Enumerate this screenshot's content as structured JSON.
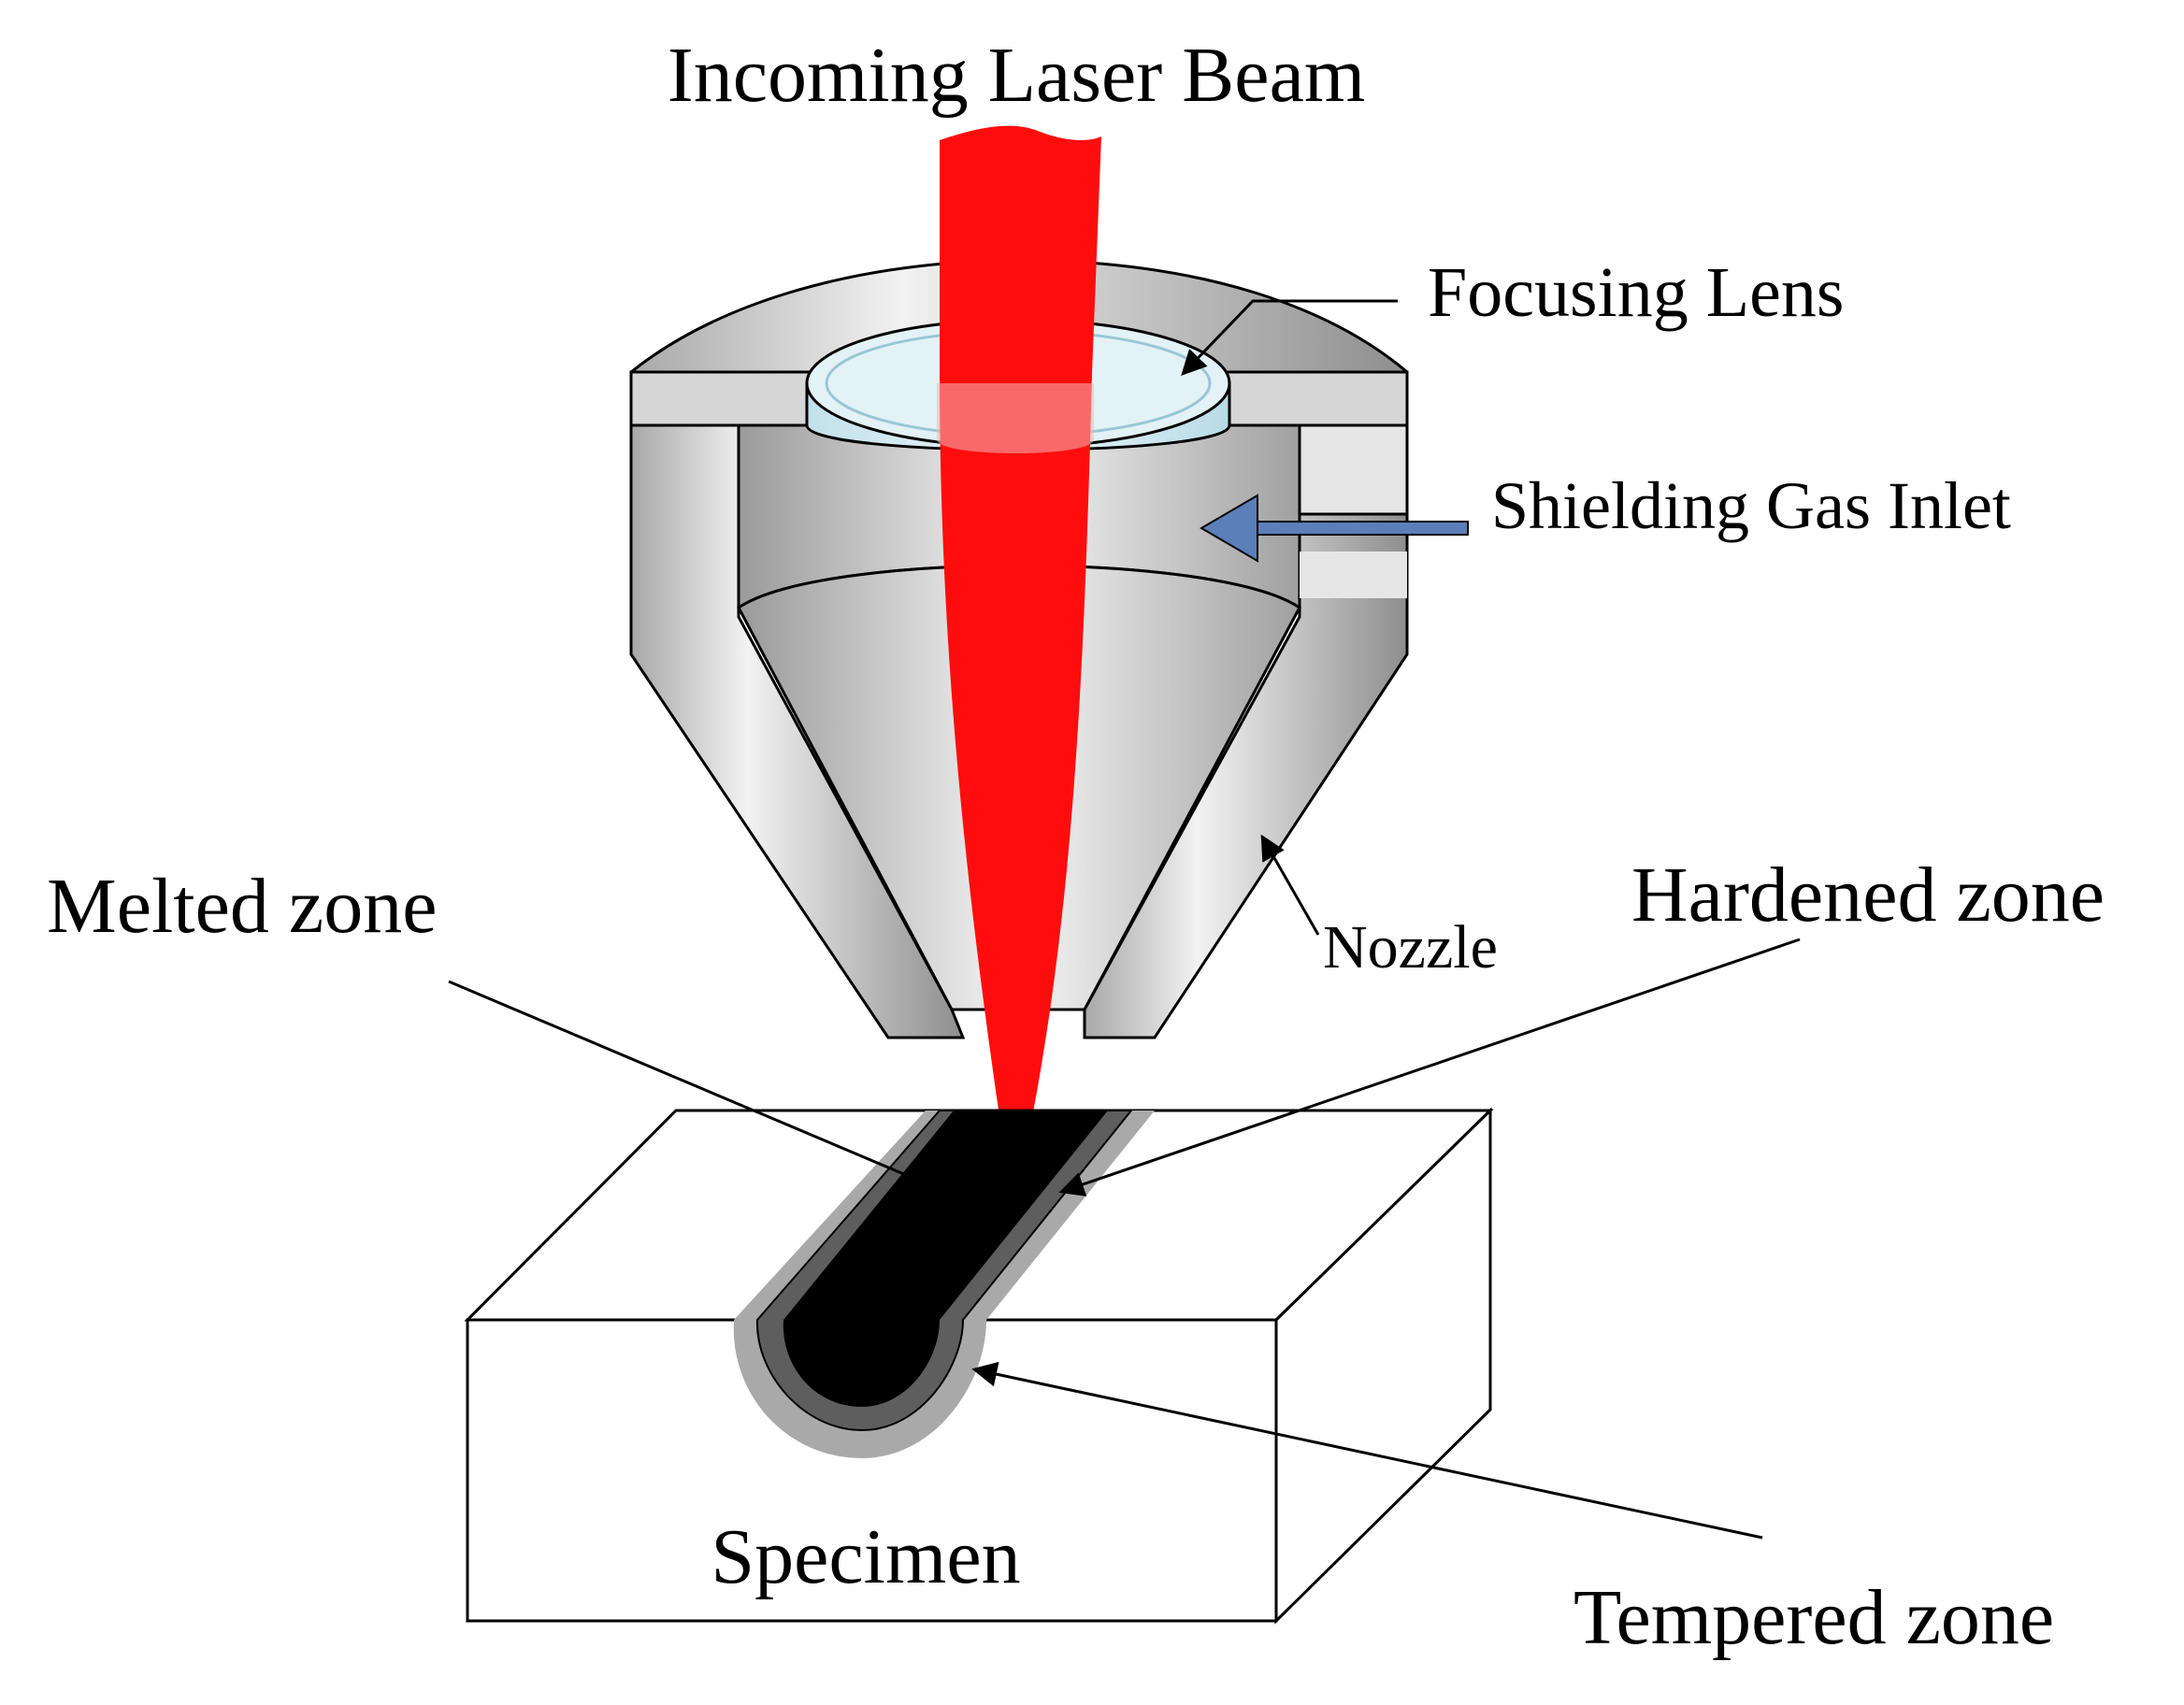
{
  "labels": {
    "incoming_laser_beam": "Incoming Laser Beam",
    "focusing_lens": "Focusing Lens",
    "shielding_gas_inlet": "Shielding Gas Inlet",
    "nozzle": "Nozzle",
    "melted_zone": "Melted zone",
    "hardened_zone": "Hardened zone",
    "specimen": "Specimen",
    "tempered_zone": "Tempered zone"
  },
  "colors": {
    "laser": "#ff0d0d",
    "lens": "#d8eef5",
    "nozzle_metal": "#c9c9c9",
    "gas_arrow": "#5b7fb8",
    "melted": "#000000",
    "hardened": "#5e5e5e",
    "tempered": "#a9a9a9",
    "outline": "#000000"
  }
}
